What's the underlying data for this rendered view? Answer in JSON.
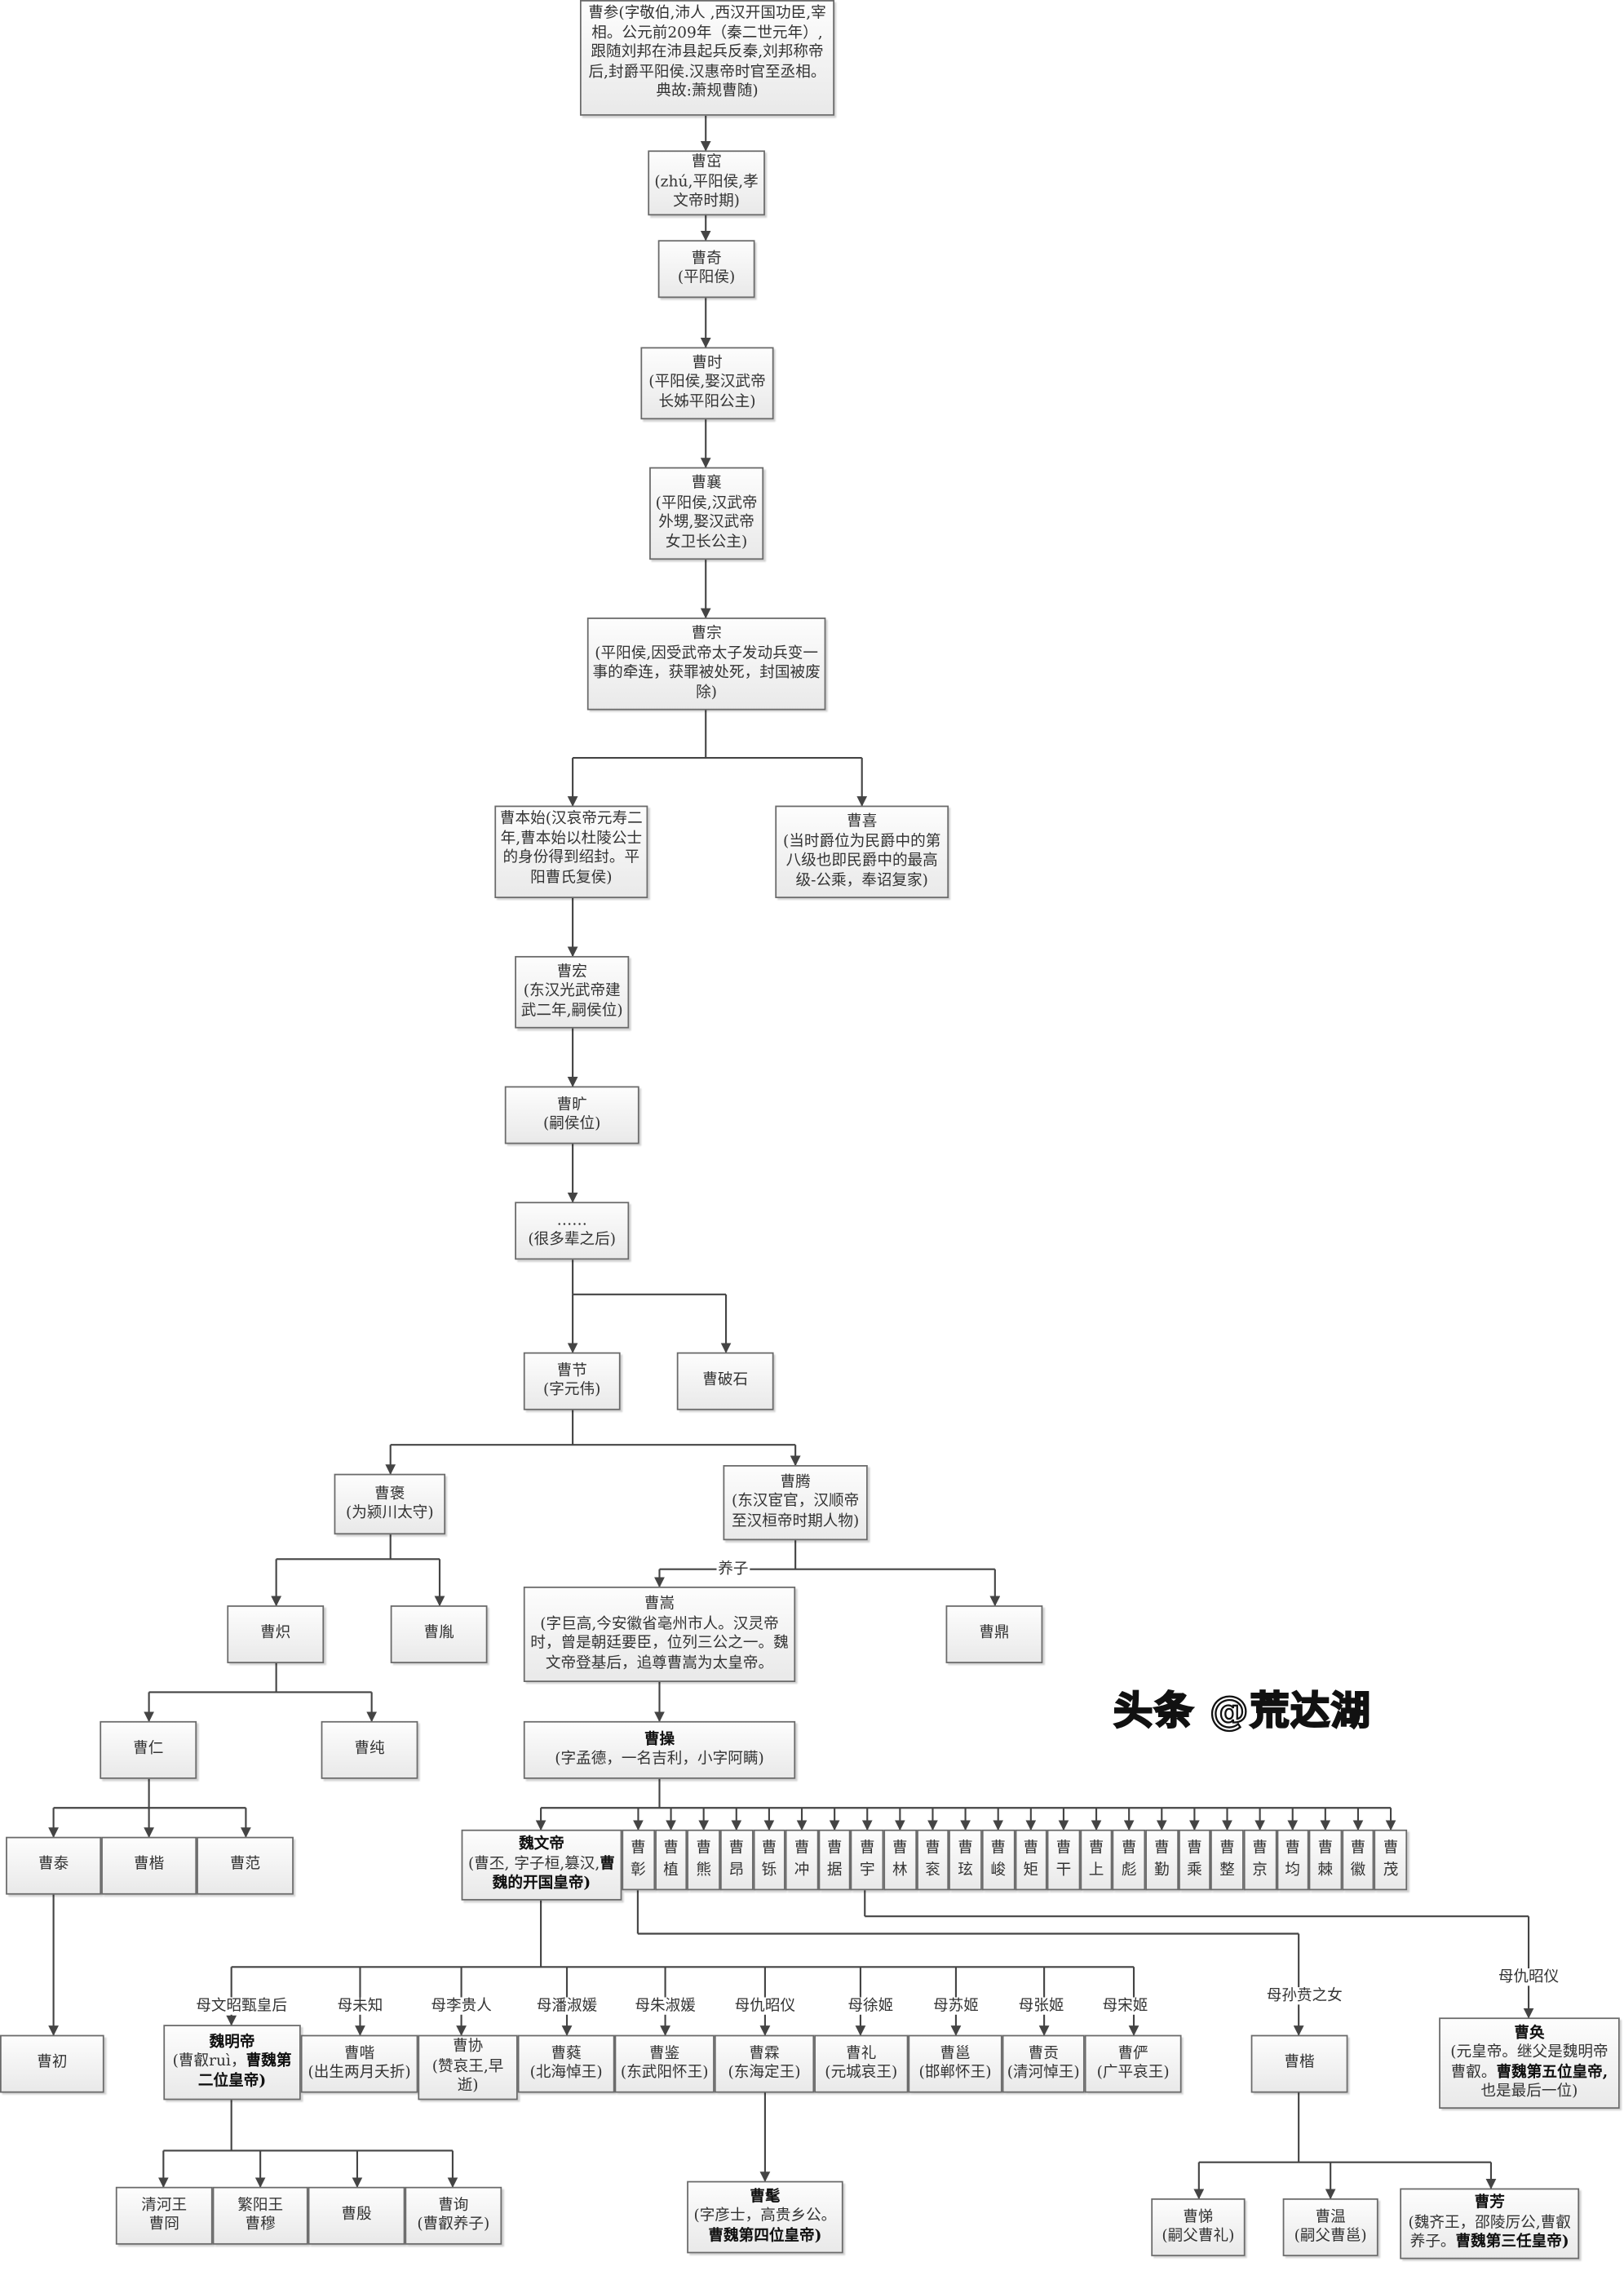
{
  "nodes": {
    "cao_can": {
      "name": "曹参",
      "note": "(字敬伯,沛人 ,西汉开国功臣,宰相。公元前209年（秦二世元年）,跟随刘邦在沛县起兵反秦,刘邦称帝后,封爵平阳侯.汉惠帝时官至丞相。典故:萧规曹随)"
    },
    "cao_zhu": {
      "name": "曹窋",
      "note": "(zhú,平阳侯,孝文帝时期)"
    },
    "cao_qi": {
      "name": "曹奇",
      "note": "(平阳侯)"
    },
    "cao_shi": {
      "name": "曹时",
      "note": "(平阳侯,娶汉武帝长姊平阳公主)"
    },
    "cao_xiang": {
      "name": "曹襄",
      "note": "(平阳侯,汉武帝外甥,娶汉武帝女卫长公主)"
    },
    "cao_zong": {
      "name": "曹宗",
      "note": "(平阳侯,因受武帝太子发动兵变一事的牵连，获罪被处死，封国被废除)"
    },
    "cao_benshi": {
      "name": "曹本始",
      "note": "(汉哀帝元寿二年,曹本始以杜陵公士的身份得到绍封。平阳曹氏复侯)"
    },
    "cao_xi": {
      "name": "曹喜",
      "note": "(当时爵位为民爵中的第八级也即民爵中的最高级-公乘，奉诏复家)"
    },
    "cao_hong": {
      "name": "曹宏",
      "note": "(东汉光武帝建武二年,嗣侯位)"
    },
    "cao_kuang": {
      "name": "曹旷",
      "note": "(嗣侯位)"
    },
    "ellipsis": {
      "name": "……",
      "note": "(很多辈之后)"
    },
    "cao_jie": {
      "name": "曹节",
      "note": "(字元伟)"
    },
    "cao_poshi": {
      "name": "曹破石"
    },
    "cao_bao": {
      "name": "曹褒",
      "note": "(为颍川太守)"
    },
    "cao_teng": {
      "name": "曹腾",
      "note": "(东汉宦官，汉顺帝至汉桓帝时期人物)"
    },
    "cao_chi": {
      "name": "曹炽"
    },
    "cao_yin": {
      "name": "曹胤"
    },
    "cao_song": {
      "name": "曹嵩",
      "note": "(字巨高,今安徽省亳州市人。汉灵帝时，曾是朝廷要臣，位列三公之一。魏文帝登基后，追尊曹嵩为太皇帝。"
    },
    "cao_ding": {
      "name": "曹鼎"
    },
    "cao_ren": {
      "name": "曹仁"
    },
    "cao_chun": {
      "name": "曹纯"
    },
    "cao_cao": {
      "name": "曹操",
      "note": "(字孟德，一名吉利，小字阿瞒)"
    },
    "cao_tai": {
      "name": "曹泰"
    },
    "cao_kai_a": {
      "name": "曹楷"
    },
    "cao_fan": {
      "name": "曹范"
    },
    "wei_wendi": {
      "name": "魏文帝",
      "note": "(曹丕, 字子桓,篡汉,",
      "bold": "曹魏的开国皇帝)"
    },
    "cao_chu": {
      "name": "曹初"
    },
    "wei_mingdi": {
      "name": "魏明帝",
      "note": "(曹叡ruì，",
      "bold": "曹魏第二位皇帝)"
    },
    "cao_jie2": {
      "name": "曹喈",
      "note": "(出生两月夭折)"
    },
    "cao_xie": {
      "name": "曹协",
      "note": "(赞哀王,早逝)"
    },
    "cao_rui2": {
      "name": "曹蕤",
      "note": "(北海悼王)"
    },
    "cao_jian": {
      "name": "曹鉴",
      "note": "(东武阳怀王)"
    },
    "cao_lin": {
      "name": "曹霖",
      "note": "(东海定王)"
    },
    "cao_li": {
      "name": "曹礼",
      "note": "(元城哀王)"
    },
    "cao_yong": {
      "name": "曹邕",
      "note": "(邯郸怀王)"
    },
    "cao_gong": {
      "name": "曹贡",
      "note": "(清河悼王)"
    },
    "cao_yan": {
      "name": "曹俨",
      "note": "(广平哀王)"
    },
    "cao_kai_b": {
      "name": "曹楷"
    },
    "cao_huan": {
      "name": "曹奂",
      "note": "(元皇帝。继父是魏明帝曹叡。",
      "bold": "曹魏第五位皇帝,",
      "note2": "也是最后一位)"
    },
    "cao_jiong": {
      "name": "清河王",
      "note": "曹冏"
    },
    "cao_mu": {
      "name": "繁阳王",
      "note": "曹穆"
    },
    "cao_yin2": {
      "name": "曹殷"
    },
    "cao_xun": {
      "name": "曹询",
      "note": "(曹叡养子)"
    },
    "cao_mao": {
      "name": "曹髦",
      "note": "(字彦士，高贵乡公。",
      "bold": "曹魏第四位皇帝)"
    },
    "cao_ti": {
      "name": "曹悌",
      "note": "(嗣父曹礼)"
    },
    "cao_wen": {
      "name": "曹温",
      "note": "(嗣父曹邕)"
    },
    "cao_fang": {
      "name": "曹芳",
      "note": "(魏齐王，邵陵厉公,曹叡养子。",
      "bold": "曹魏第三任皇帝)"
    }
  },
  "sons_of_cao_cao": [
    "曹彰",
    "曹植",
    "曹熊",
    "曹昂",
    "曹铄",
    "曹冲",
    "曹据",
    "曹宇",
    "曹林",
    "曹衮",
    "曹玹",
    "曹峻",
    "曹矩",
    "曹干",
    "曹上",
    "曹彪",
    "曹勤",
    "曹乘",
    "曹整",
    "曹京",
    "曹均",
    "曹棘",
    "曹徽",
    "曹茂"
  ],
  "labels": {
    "adopted": "养子",
    "m_zhen": "母文昭甄皇后",
    "m_unknown": "母未知",
    "m_li": "母李贵人",
    "m_pan": "母潘淑媛",
    "m_zhu": "母朱淑媛",
    "m_qiu": "母仇昭仪",
    "m_xu": "母徐姬",
    "m_su": "母苏姬",
    "m_zhang": "母张姬",
    "m_song": "母宋姬",
    "m_sun": "母孙贲之女",
    "m_qiu2": "母仇昭仪"
  },
  "watermark": "头条 @荒达湖"
}
